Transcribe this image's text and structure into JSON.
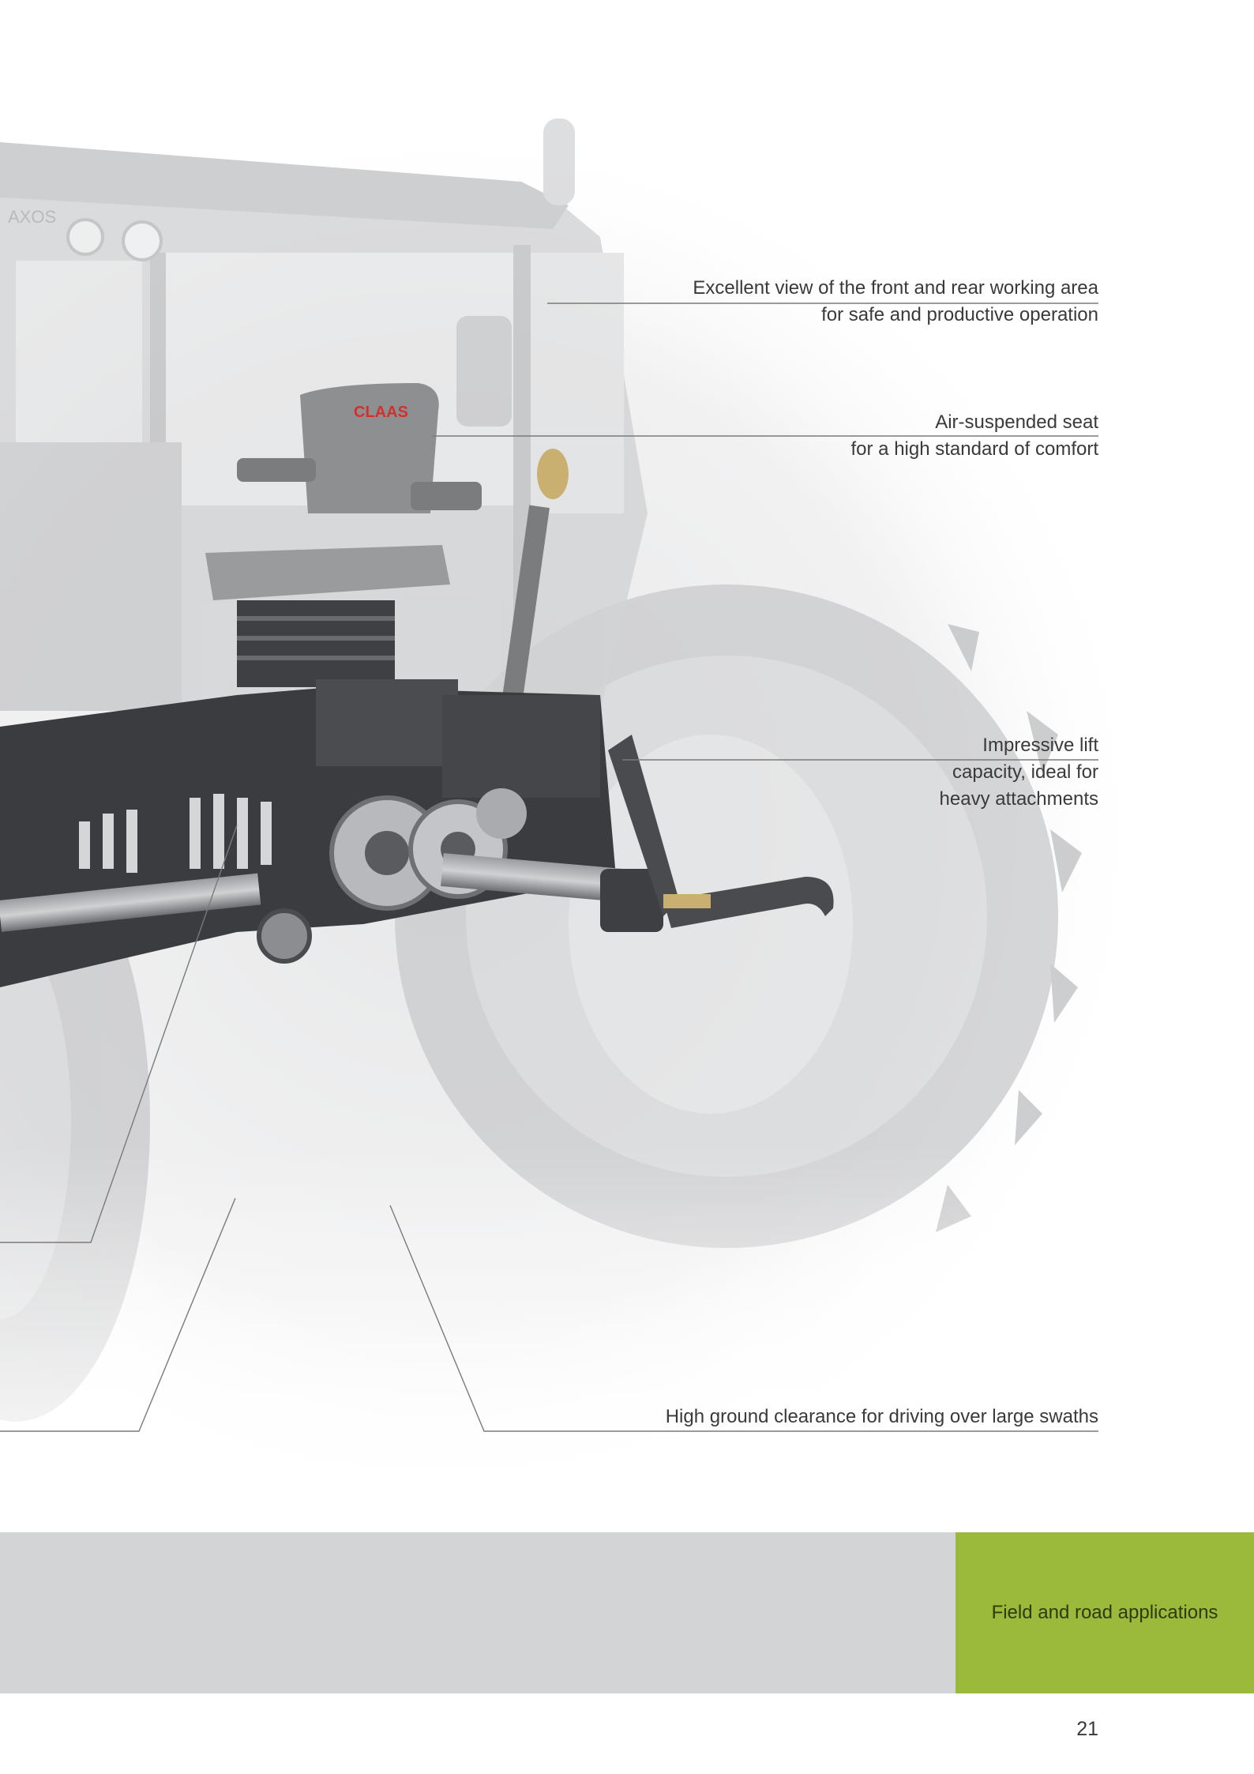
{
  "callouts": [
    {
      "id": "view",
      "lines": [
        "Excellent view of the front and rear working area",
        "for safe and productive operation"
      ]
    },
    {
      "id": "seat",
      "lines": [
        "Air-suspended seat",
        "for a high standard of comfort"
      ]
    },
    {
      "id": "lift",
      "lines": [
        "Impressive lift",
        "capacity, ideal for",
        "heavy attachments"
      ]
    },
    {
      "id": "clearance",
      "lines": [
        "High ground clearance for driving over large swaths"
      ]
    }
  ],
  "footer": {
    "section_title": "Field and road applications",
    "page_number": "21"
  },
  "seat_logo_text": "CLAAS",
  "cab_logo_text": "AXOS",
  "colors": {
    "accent_green": "#9bb93a",
    "band_grey": "#d3d4d6",
    "logo_red": "#d0312d"
  }
}
